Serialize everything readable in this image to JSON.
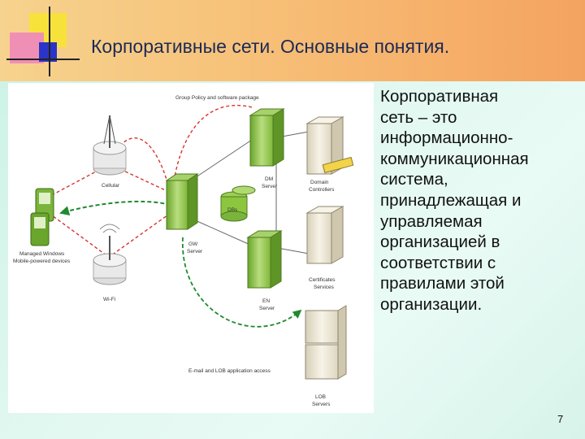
{
  "slide": {
    "title": "Корпоративные сети. Основные понятия.",
    "body": "Корпоративная\nсеть – это\nинформационно-\nкоммуникационная\nсистема,\nпринадлежащая и\nуправляемая\nорганизацией в\nсоответствии с\nправилами этой\nорганизации.",
    "page_number": "7"
  },
  "diagram": {
    "labels": {
      "top_flow": "Group Policy and software package",
      "cellular": "Cellular",
      "wifi": "Wi-Fi",
      "devices": "Managed Windows\nMobile-powered devices",
      "dm_server": "DM\nServer",
      "dbs": "DBs",
      "domain_controllers": "Domain\nControllers",
      "gw_server": "GW\nServer",
      "certificates": "Certificates\nServices",
      "en_server": "EN\nServer",
      "bottom_flow": "E-mail and LOB application access",
      "lob_servers": "LOB\nServers"
    }
  },
  "colors": {
    "header_left": "#f6d38e",
    "header_right": "#f3a360",
    "background": "#d7f3ea",
    "title": "#1b2a56",
    "red_link": "#d8322f",
    "green_link": "#1f8a2e",
    "server_green": "#8cc63f",
    "server_light": "#efeadb"
  }
}
